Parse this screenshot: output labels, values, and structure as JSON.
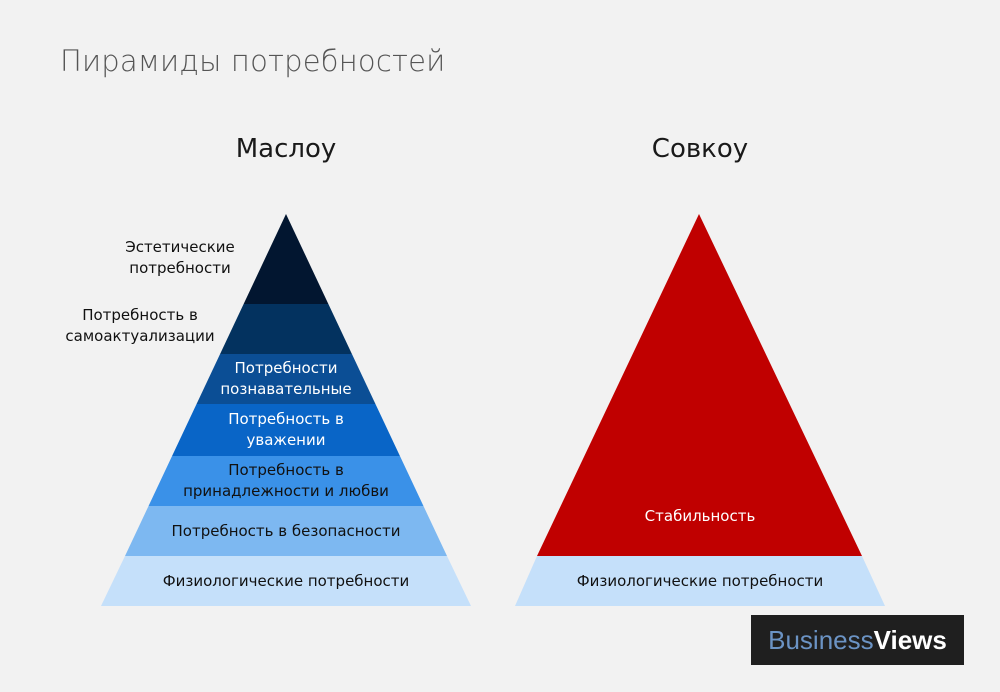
{
  "title": "Пирамиды потребностей",
  "maslow": {
    "title": "Маслоу",
    "levels": [
      {
        "label": "Эстетические потребности",
        "color": "#021630",
        "text_color": "#111111"
      },
      {
        "label": "Потребность в самоактуализации",
        "color": "#03325f",
        "text_color": "#111111"
      },
      {
        "label": "Потребности познавательные",
        "color": "#0b4e95",
        "text_color": "#ffffff"
      },
      {
        "label": "Потребность в уважении",
        "color": "#0965c7",
        "text_color": "#ffffff"
      },
      {
        "label": "Потребность в принадлежности и любви",
        "color": "#3a91e8",
        "text_color": "#111111"
      },
      {
        "label": "Потребность в безопасности",
        "color": "#7db8f1",
        "text_color": "#111111"
      },
      {
        "label": "Физиологические потребности",
        "color": "#c5e0fa",
        "text_color": "#111111"
      }
    ]
  },
  "sovok": {
    "title": "Совкоу",
    "levels": [
      {
        "label": "Стабильность",
        "color": "#c00000",
        "text_color": "#ffffff"
      },
      {
        "label": "Физиологические потребности",
        "color": "#c5e0fa",
        "text_color": "#111111"
      }
    ]
  },
  "brand": {
    "part1": "Business",
    "part2": "Views"
  }
}
